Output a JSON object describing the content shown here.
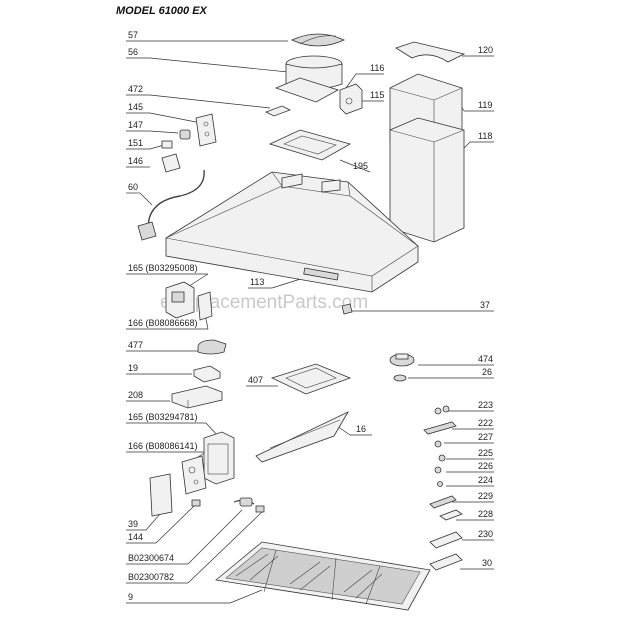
{
  "title": "MODEL 61000 EX",
  "watermark": "eReplacementParts.com",
  "labels": {
    "p57": "57",
    "p56": "56",
    "p472": "472",
    "p145": "145",
    "p147": "147",
    "p151": "151",
    "p146": "146",
    "p60": "60",
    "p165a": "165 (B03295008)",
    "p166a": "166 (B08086668)",
    "p477": "477",
    "p19": "19",
    "p208": "208",
    "p165b": "165 (B03294781)",
    "p166b": "166 (B08086141)",
    "p39": "39",
    "p144": "144",
    "pB674": "B02300674",
    "pB782": "B02300782",
    "p9": "9",
    "p120": "120",
    "p116": "116",
    "p115": "115",
    "p119": "119",
    "p118": "118",
    "p195": "195",
    "p113": "113",
    "p37": "37",
    "p474": "474",
    "p26": "26",
    "p407": "407",
    "p16": "16",
    "p223": "223",
    "p222": "222",
    "p227": "227",
    "p225": "225",
    "p226": "226",
    "p224": "224",
    "p229": "229",
    "p228": "228",
    "p230": "230",
    "p30": "30"
  }
}
